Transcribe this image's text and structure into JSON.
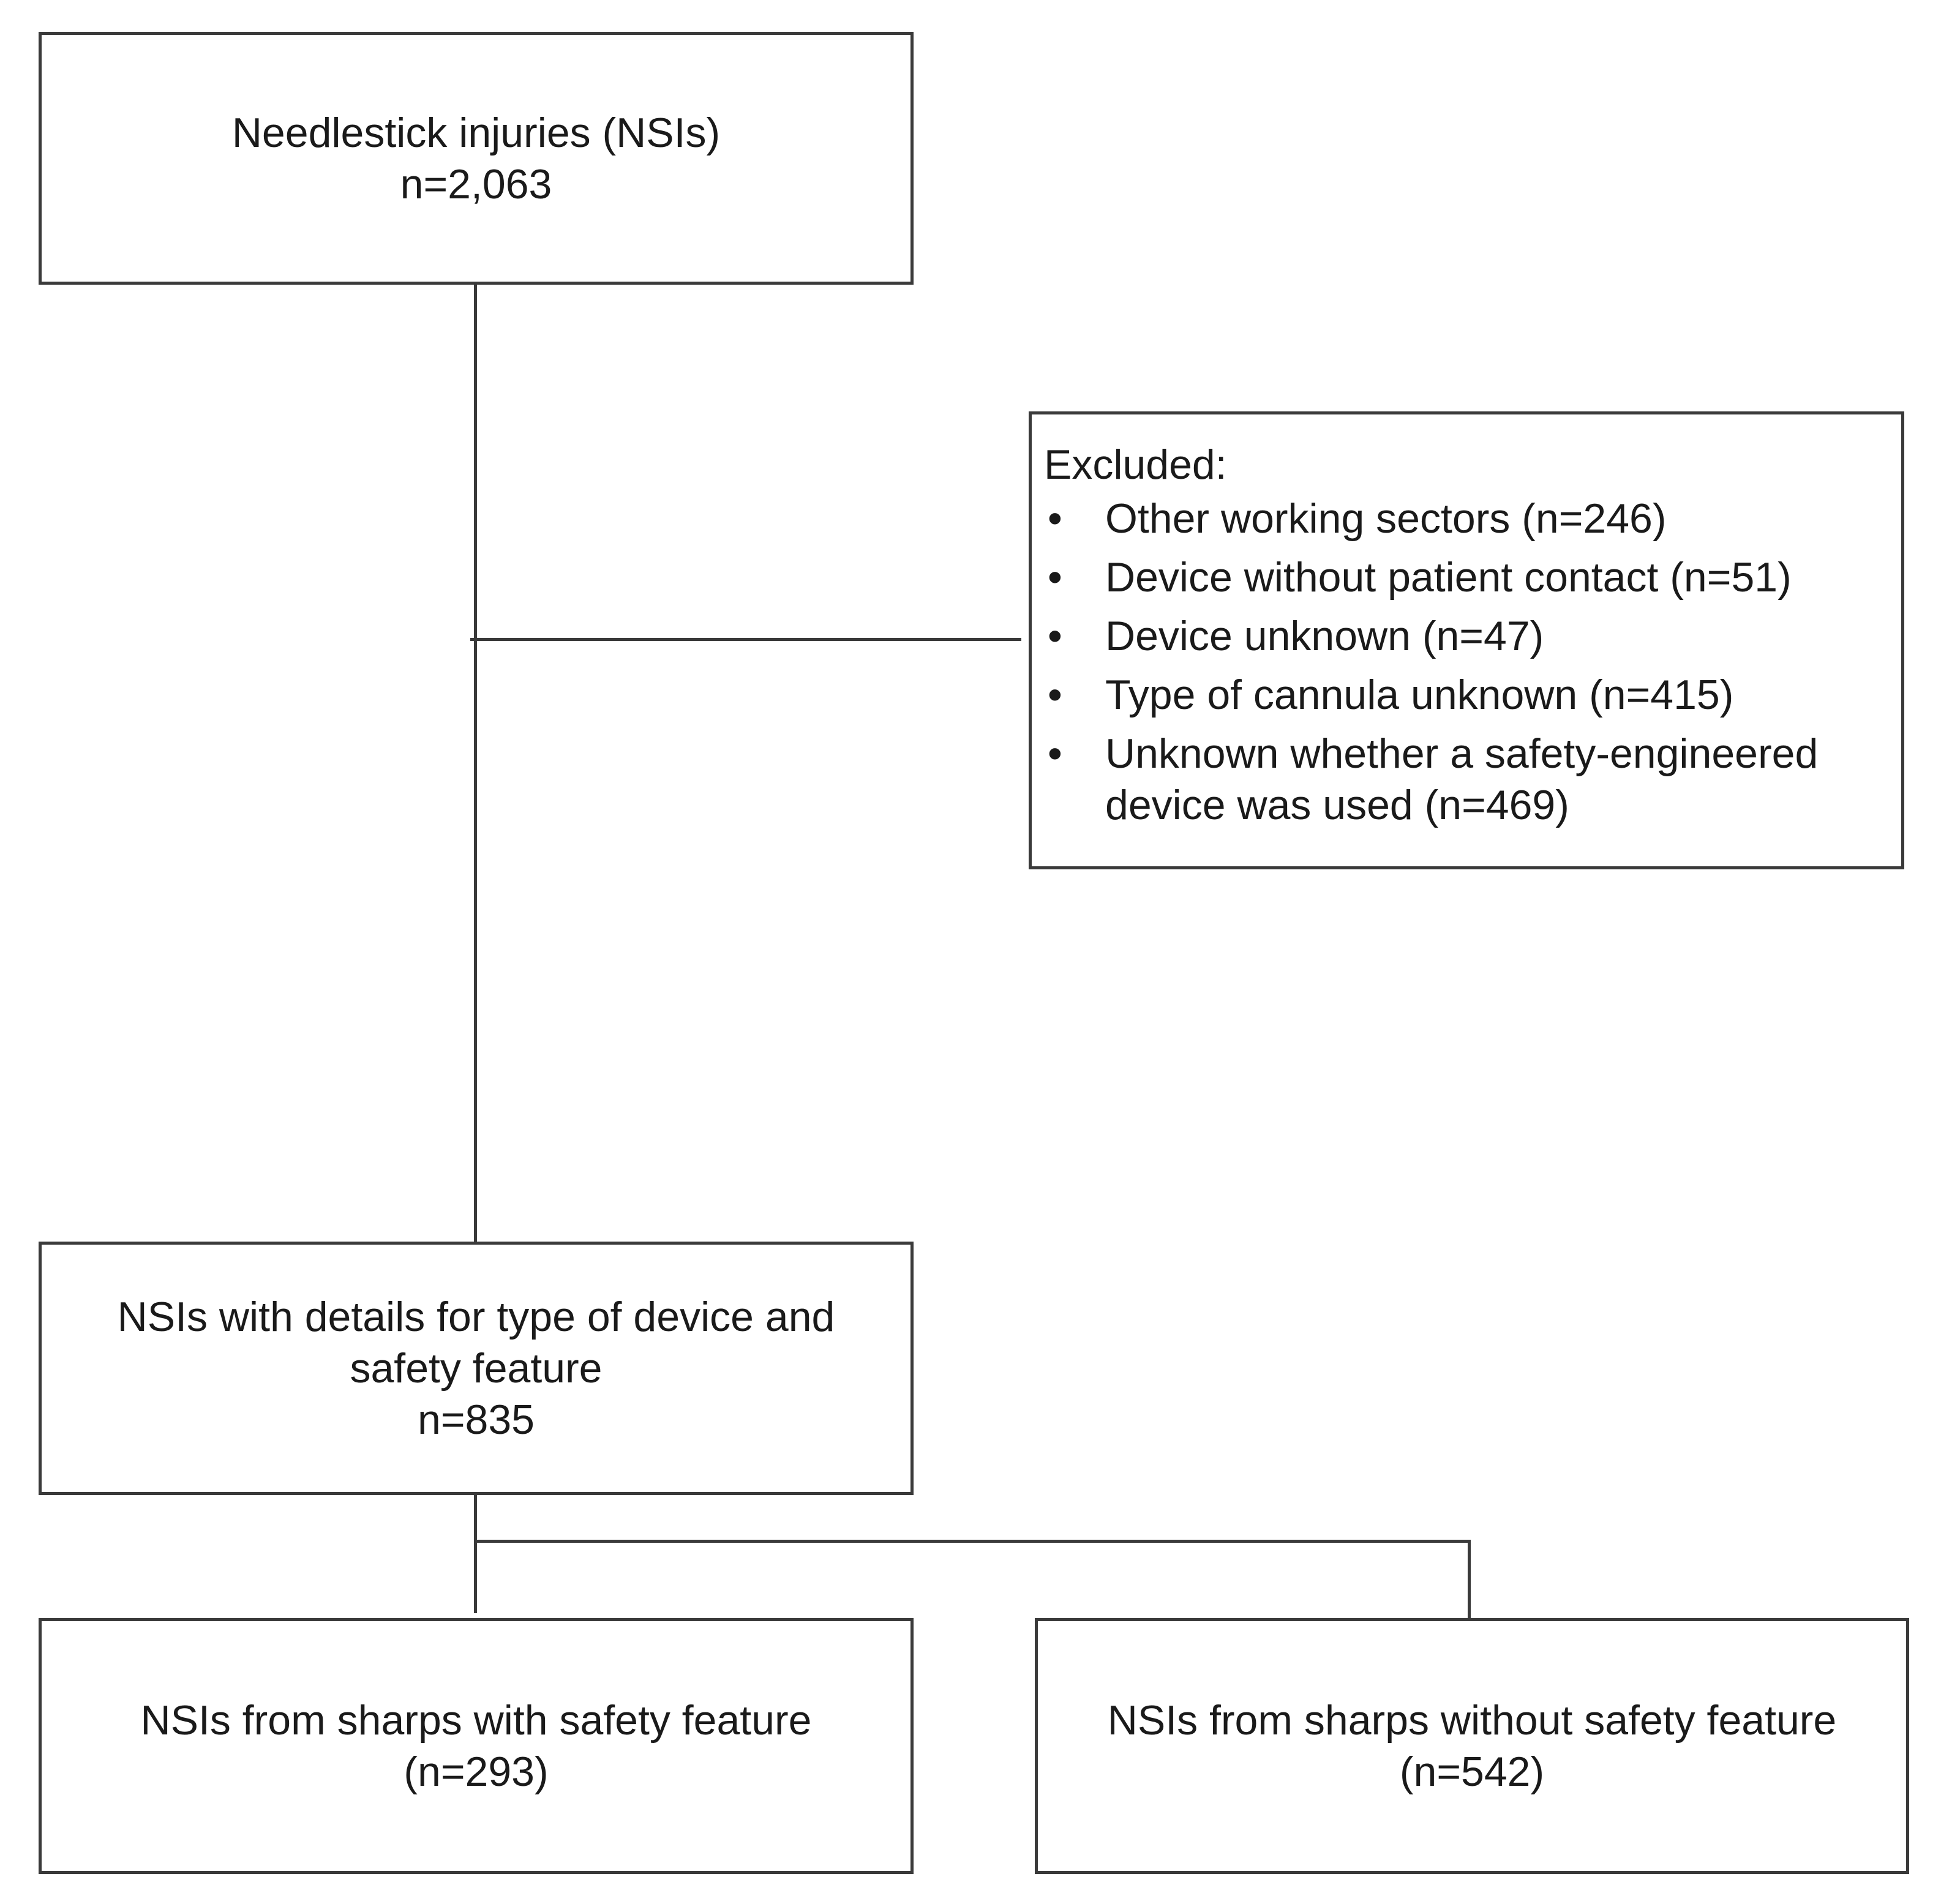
{
  "top_box": {
    "title": "Needlestick injuries (NSIs)",
    "count": "n=2,063"
  },
  "excluded_box": {
    "title": "Excluded:",
    "items": [
      "Other working sectors (n=246)",
      "Device without patient contact (n=51)",
      "Device unknown (n=47)",
      "Type of cannula unknown (n=415)",
      "Unknown whether a safety-engineered\ndevice was used (n=469)"
    ]
  },
  "middle_box": {
    "line1": "NSIs with details for type of device and",
    "line2": "safety feature",
    "count": "n=835"
  },
  "left_box": {
    "title": "NSIs from sharps with safety feature",
    "count": "(n=293)"
  },
  "right_box": {
    "title": "NSIs from sharps without safety feature",
    "count": "(n=542)"
  },
  "bullet_glyph": "•"
}
